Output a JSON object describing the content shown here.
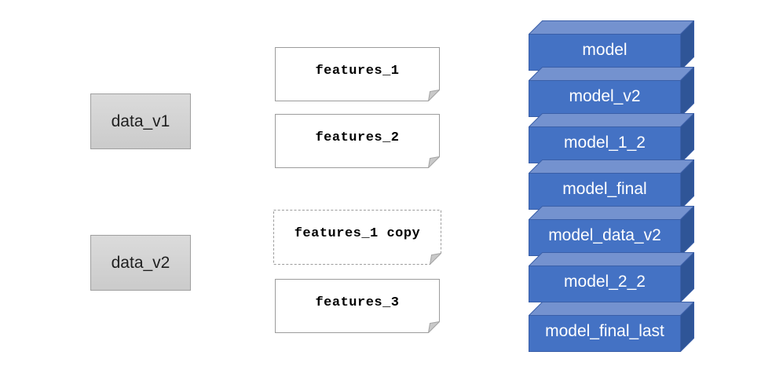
{
  "diagram": {
    "data_nodes": [
      {
        "label": "data_v1"
      },
      {
        "label": "data_v2"
      }
    ],
    "feature_notes": [
      {
        "label": "features_1",
        "border_style": "solid"
      },
      {
        "label": "features_2",
        "border_style": "solid"
      },
      {
        "label": "features_1 copy",
        "border_style": "dashed"
      },
      {
        "label": "features_3",
        "border_style": "solid"
      }
    ],
    "model_stack": [
      {
        "label": "model"
      },
      {
        "label": "model_v2"
      },
      {
        "label": "model_1_2"
      },
      {
        "label": "model_final"
      },
      {
        "label": "model_data_v2"
      },
      {
        "label": "model_2_2"
      },
      {
        "label": "model_final_last"
      }
    ],
    "colors": {
      "cube_front": "#4472C4",
      "cube_top": "#7492CF",
      "cube_side": "#2F5597",
      "cube_edge": "#3A5FA8",
      "data_fill_top": "#DBDBDB",
      "data_fill_bottom": "#CBCBCB",
      "data_border": "#A0A0A0",
      "note_fill": "#FFFFFF",
      "note_border": "#9C9C9C",
      "note_fold": "#C9C9C9",
      "label_dark": "#1F1F1F",
      "label_light": "#FFFFFF"
    }
  }
}
